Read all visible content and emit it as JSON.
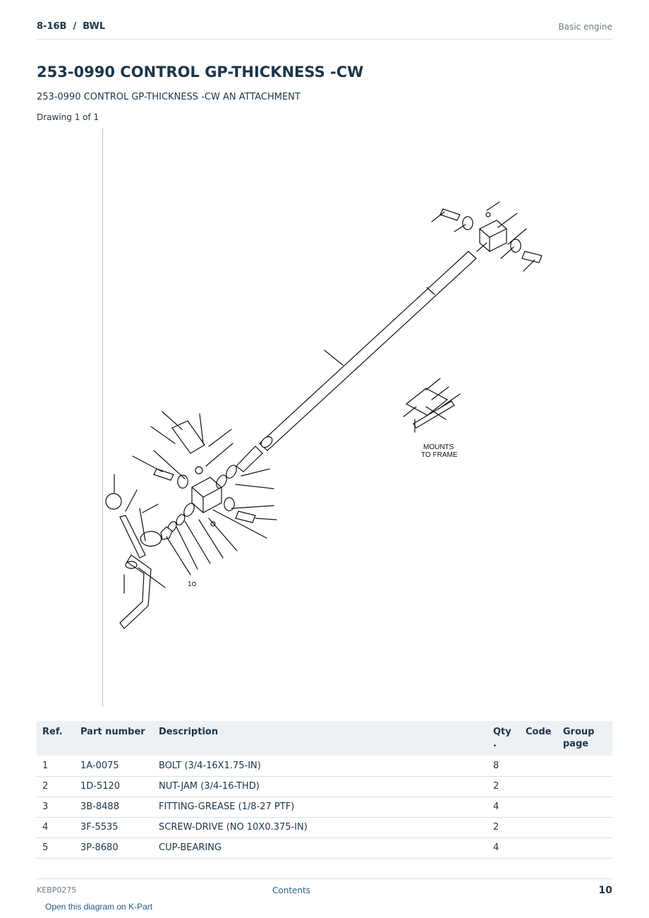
{
  "header": {
    "breadcrumb": "8-16B  /  BWL",
    "section": "Basic engine"
  },
  "title": "253-0990 CONTROL GP-THICKNESS -CW",
  "subtitle": "253-0990 CONTROL GP-THICKNESS -CW AN ATTACHMENT",
  "drawing_count": "Drawing 1 of 1",
  "diagram": {
    "callout_mounts_line1": "MOUNTS",
    "callout_mounts_line2": "TO FRAME",
    "callout_ref": "1"
  },
  "table": {
    "headers": {
      "ref": "Ref.",
      "part_number": "Part number",
      "description": "Description",
      "qty": "Qty .",
      "code": "Code",
      "group_page": "Group page"
    },
    "rows": [
      {
        "ref": "1",
        "part_number": "1A-0075",
        "description": "BOLT (3/4-16X1.75-IN)",
        "qty": "8",
        "code": "",
        "group_page": ""
      },
      {
        "ref": "2",
        "part_number": "1D-5120",
        "description": "NUT-JAM (3/4-16-THD)",
        "qty": "2",
        "code": "",
        "group_page": ""
      },
      {
        "ref": "3",
        "part_number": "3B-8488",
        "description": "FITTING-GREASE (1/8-27 PTF)",
        "qty": "4",
        "code": "",
        "group_page": ""
      },
      {
        "ref": "4",
        "part_number": "3F-5535",
        "description": "SCREW-DRIVE (NO 10X0.375-IN)",
        "qty": "2",
        "code": "",
        "group_page": ""
      },
      {
        "ref": "5",
        "part_number": "3P-8680",
        "description": "CUP-BEARING",
        "qty": "4",
        "code": "",
        "group_page": ""
      }
    ]
  },
  "footer": {
    "doc_id": "KEBP0275",
    "contents_link": "Contents",
    "page_number": "10",
    "open_diagram_link": "Open this diagram on K-Part"
  }
}
